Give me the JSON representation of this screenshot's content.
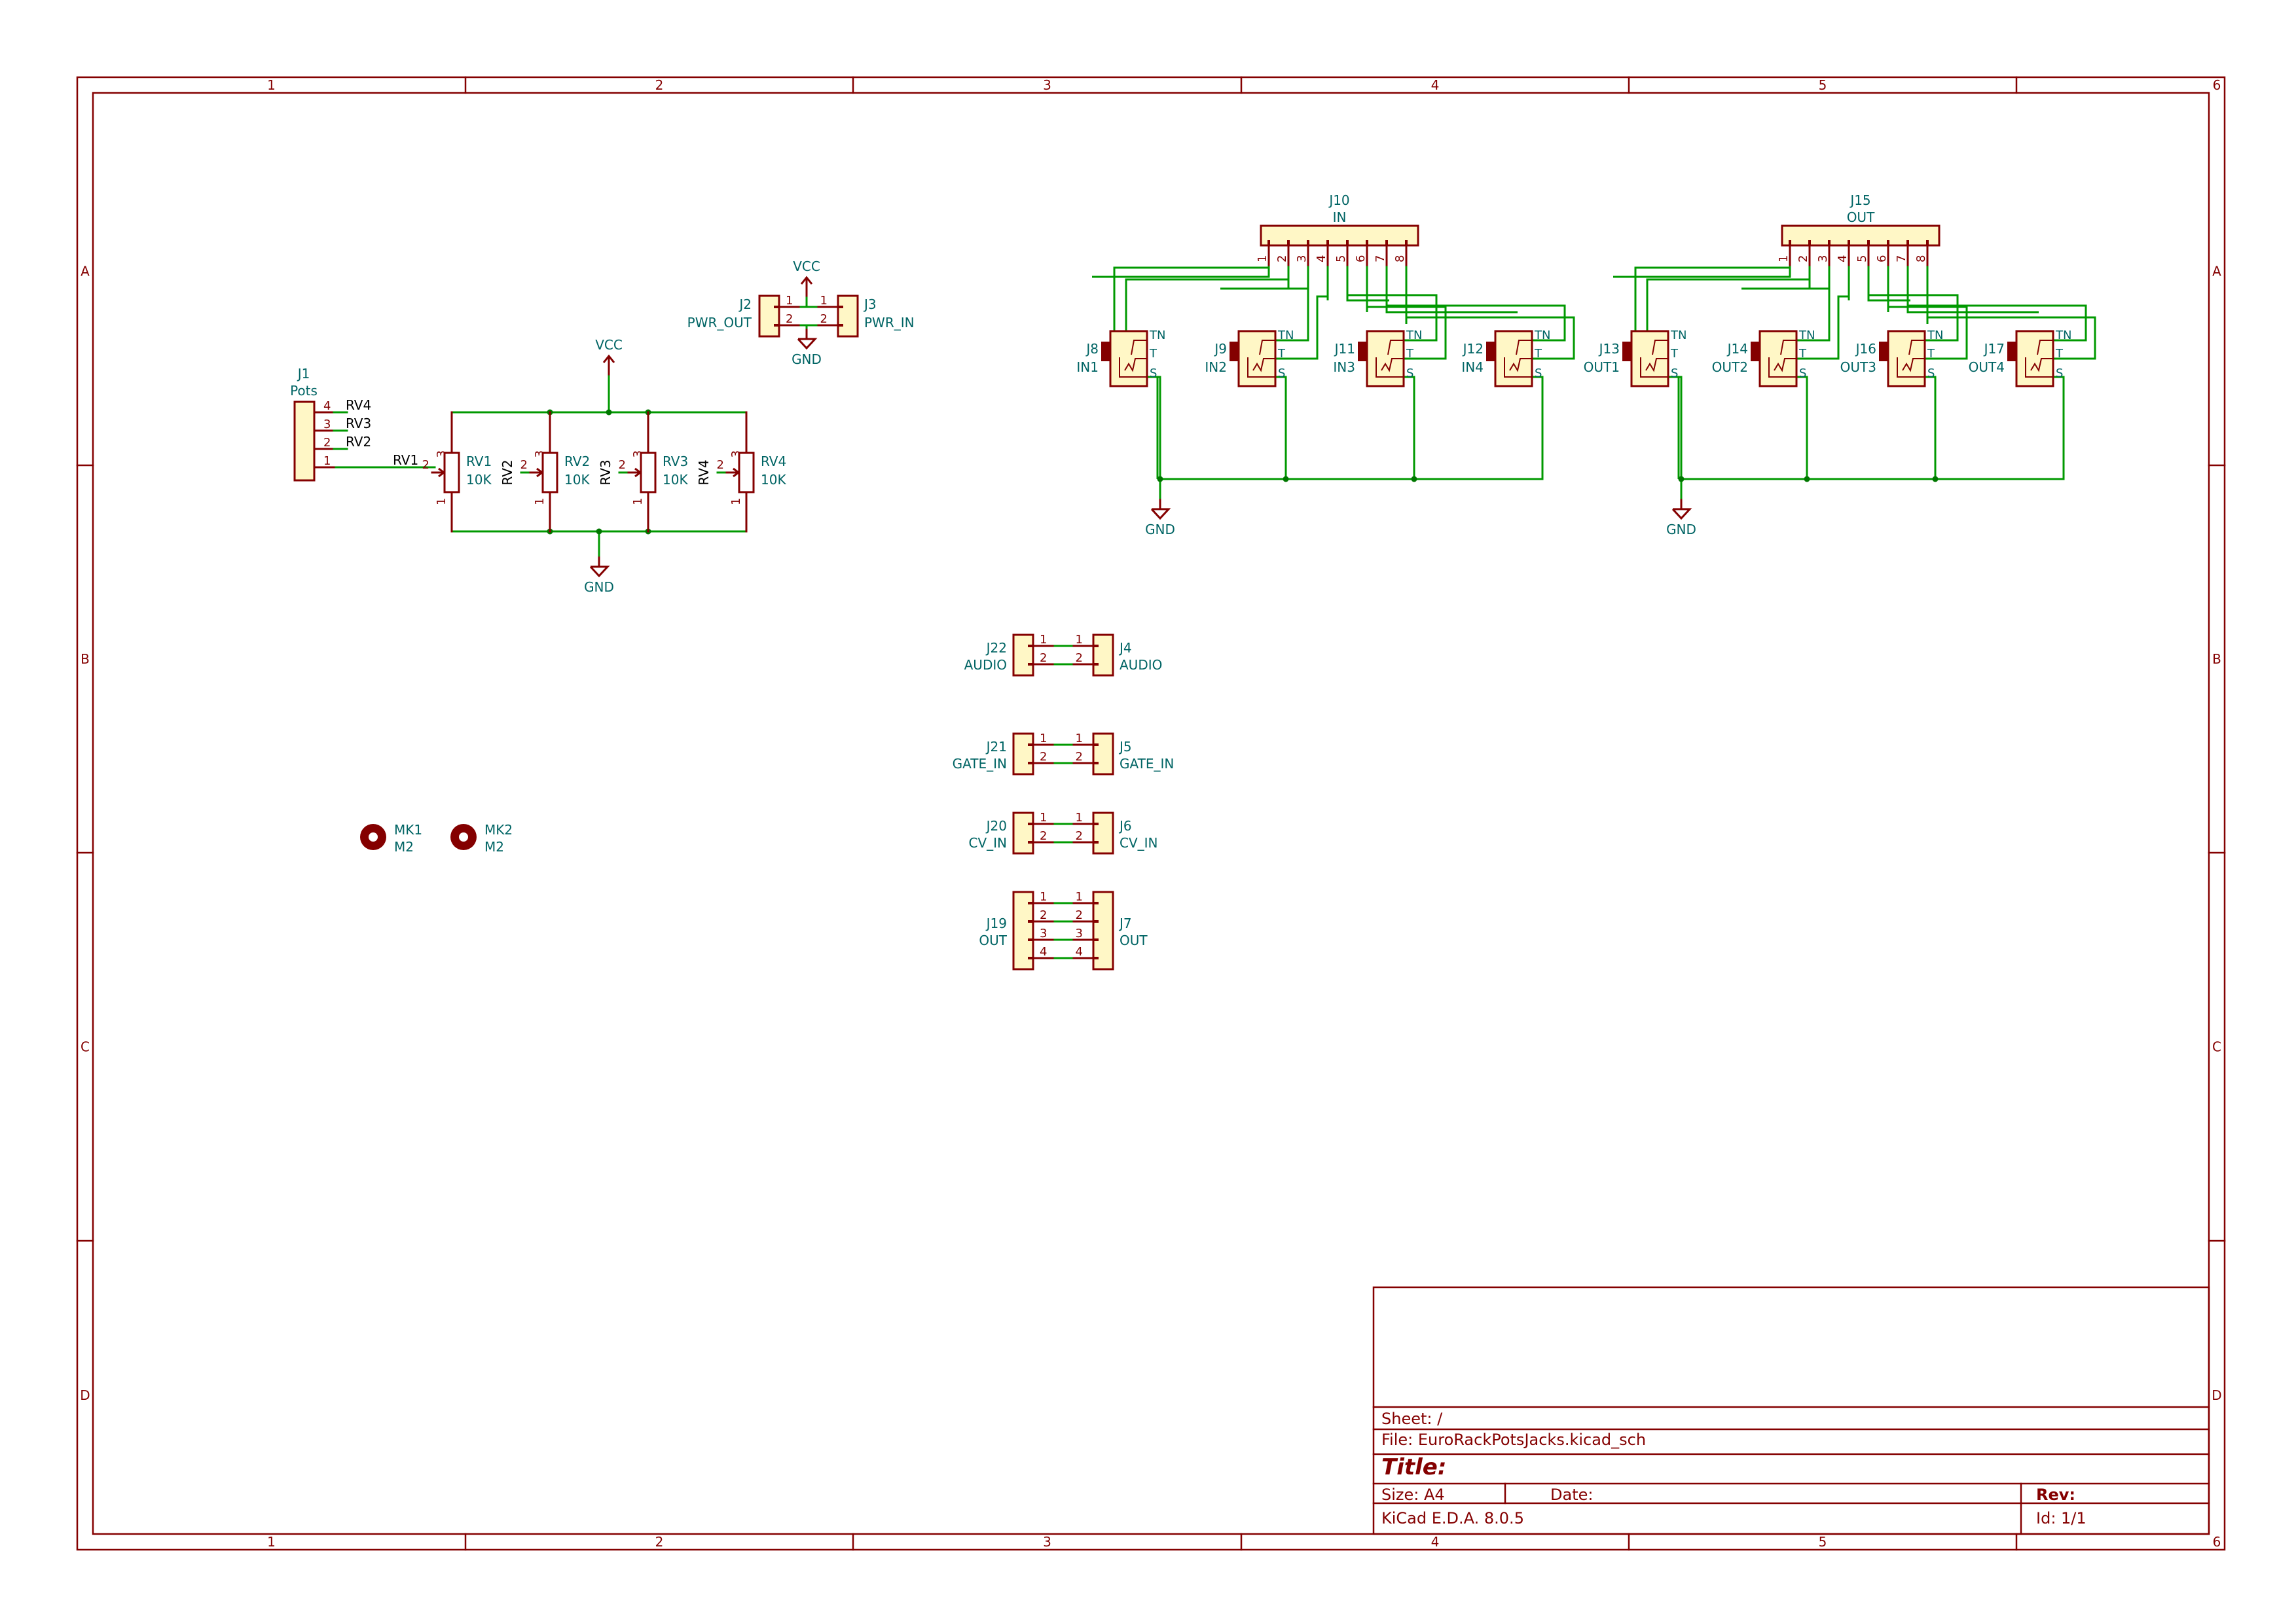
{
  "colors": {
    "background": "#ffffff",
    "frame": "#840000",
    "wire": "#009900",
    "component_label": "#006464",
    "body_fill": "#fff7c6",
    "junction": "#007700",
    "power": "#840000",
    "title_text": "#840000"
  },
  "frame": {
    "column_labels": [
      "1",
      "2",
      "3",
      "4",
      "5",
      "6"
    ],
    "row_labels": [
      "A",
      "B",
      "C",
      "D"
    ]
  },
  "title_block": {
    "sheet": "Sheet: /",
    "file": "File: EuroRackPotsJacks.kicad_sch",
    "title": "Title:",
    "size": "Size: A4",
    "date": "Date:",
    "rev": "Rev:",
    "tool": "KiCad E.D.A. 8.0.5",
    "id": "Id: 1/1"
  },
  "power": {
    "vcc": "VCC",
    "gnd": "GND"
  },
  "pots_header": {
    "ref": "J1",
    "value": "Pots",
    "pins": [
      "4",
      "3",
      "2",
      "1"
    ],
    "nets": [
      "RV4",
      "RV3",
      "RV2"
    ],
    "wire_net": "RV1"
  },
  "pots": [
    {
      "ref": "RV1",
      "value": "10K",
      "net": "RV1"
    },
    {
      "ref": "RV2",
      "value": "10K",
      "net": "RV2"
    },
    {
      "ref": "RV3",
      "value": "10K",
      "net": "RV3"
    },
    {
      "ref": "RV4",
      "value": "10K",
      "net": "RV4"
    }
  ],
  "pot_pins": [
    "3",
    "2",
    "1"
  ],
  "power_conn": {
    "left_ref": "J2",
    "left_value": "PWR_OUT",
    "right_ref": "J3",
    "right_value": "PWR_IN",
    "pins": [
      "1",
      "2"
    ]
  },
  "in_header": {
    "ref": "J10",
    "value": "IN",
    "pins": [
      "1",
      "2",
      "3",
      "4",
      "5",
      "6",
      "7",
      "8"
    ]
  },
  "out_header": {
    "ref": "J15",
    "value": "OUT",
    "pins": [
      "1",
      "2",
      "3",
      "4",
      "5",
      "6",
      "7",
      "8"
    ]
  },
  "jack_pins": [
    "TN",
    "T",
    "S"
  ],
  "in_jacks": [
    {
      "ref": "J8",
      "value": "IN1"
    },
    {
      "ref": "J9",
      "value": "IN2"
    },
    {
      "ref": "J11",
      "value": "IN3"
    },
    {
      "ref": "J12",
      "value": "IN4"
    }
  ],
  "out_jacks": [
    {
      "ref": "J13",
      "value": "OUT1"
    },
    {
      "ref": "J14",
      "value": "OUT2"
    },
    {
      "ref": "J16",
      "value": "OUT3"
    },
    {
      "ref": "J17",
      "value": "OUT4"
    }
  ],
  "connector_pairs": [
    {
      "left_ref": "J22",
      "left_value": "AUDIO",
      "right_ref": "J4",
      "right_value": "AUDIO",
      "pins": [
        "1",
        "2"
      ]
    },
    {
      "left_ref": "J21",
      "left_value": "GATE_IN",
      "right_ref": "J5",
      "right_value": "GATE_IN",
      "pins": [
        "1",
        "2"
      ]
    },
    {
      "left_ref": "J20",
      "left_value": "CV_IN",
      "right_ref": "J6",
      "right_value": "CV_IN",
      "pins": [
        "1",
        "2"
      ]
    },
    {
      "left_ref": "J19",
      "left_value": "OUT",
      "right_ref": "J7",
      "right_value": "OUT",
      "pins": [
        "1",
        "2",
        "3",
        "4"
      ]
    }
  ],
  "mount_holes": [
    {
      "ref": "MK1",
      "value": "M2"
    },
    {
      "ref": "MK2",
      "value": "M2"
    }
  ]
}
